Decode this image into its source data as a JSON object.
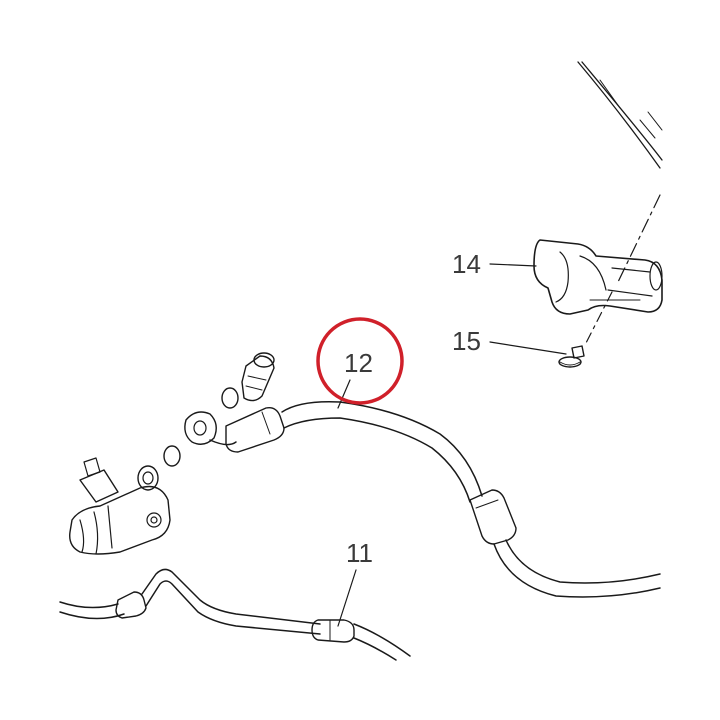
{
  "diagram": {
    "callouts": [
      {
        "id": "11",
        "label": "11"
      },
      {
        "id": "12",
        "label": "12",
        "highlighted": true
      },
      {
        "id": "14",
        "label": "14"
      },
      {
        "id": "15",
        "label": "15"
      }
    ],
    "highlight_color": "#d0202a",
    "line_color": "#1a1a1a",
    "label_color": "#3a3a3a"
  }
}
